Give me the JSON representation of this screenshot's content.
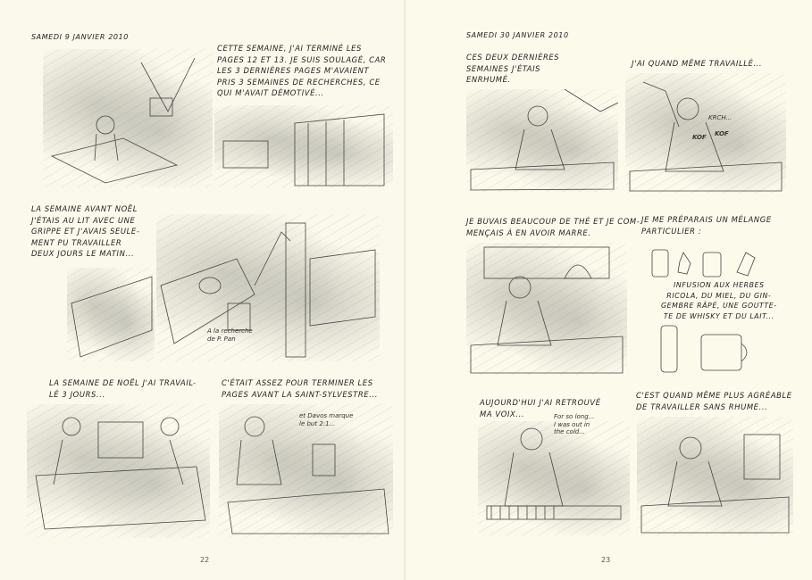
{
  "left_page": {
    "date": "Samedi 9 janvier 2010",
    "panels": [
      {
        "caption": "Cette semaine, j'ai terminé les\npages 12 et 13. Je suis soulagé, car\nles 3 dernières pages m'avaient\npris 3 semaines de recherches, ce\nqui m'avait démotivé..."
      },
      {
        "caption": "La semaine avant Noël\nj'étais au lit avec une\ngrippe et j'avais seule-\nment pu travailler\ndeux jours le matin...",
        "note": "A la recherche\nde P. Pan"
      },
      {
        "caption": "La semaine de Noël j'ai travail-\nlé 3 jours..."
      },
      {
        "caption": "C'était assez pour terminer les\npages avant la Saint-Sylvestre...",
        "speech": "et Davos marque\nle but 2:1..."
      }
    ],
    "page_number": "22"
  },
  "right_page": {
    "date": "Samedi 30 janvier 2010",
    "panels": [
      {
        "caption": "Ces deux dernières\nsemaines j'étais\nenrhumé."
      },
      {
        "caption": "J'ai quand même travaillé...",
        "sfx": [
          "KRCH...",
          "KOF",
          "KOF"
        ]
      },
      {
        "caption": "Je buvais beaucoup de thé et je com-\nmençais à en avoir marre."
      },
      {
        "caption": "Je me préparais un mélange\nparticulier :",
        "detail": "Infusion aux herbes\nRicola, du miel, du gin-\ngembre râpé, une goutte-\nte de whisky et du lait..."
      },
      {
        "caption": "Aujourd'hui j'ai retrouvé\nma voix...",
        "song": "For so long...\nI was out in\nthe cold..."
      },
      {
        "caption": "C'est quand même plus agréable\nde travailler sans rhume..."
      }
    ],
    "page_number": "23"
  }
}
